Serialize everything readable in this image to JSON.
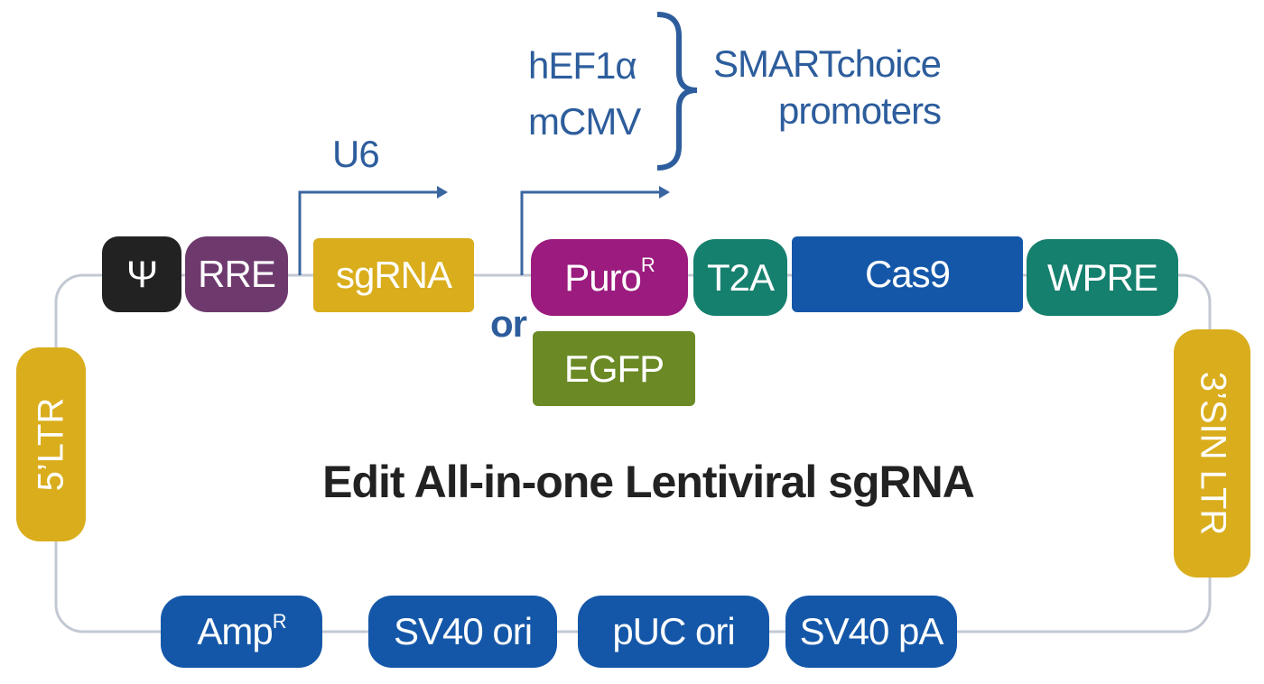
{
  "title": "Edit All-in-one Lentiviral sgRNA",
  "promoters": {
    "items": [
      "hEF1α",
      "mCMV"
    ],
    "group_label_line1": "SMARTchoice",
    "group_label_line2": "promoters"
  },
  "u6_label": "U6",
  "or_label": "or",
  "elements": {
    "psi": "Ψ",
    "rre": "RRE",
    "sgrna": "sgRNA",
    "puro": "Puro",
    "puro_sup": "R",
    "t2a": "T2A",
    "cas9": "Cas9",
    "wpre": "WPRE",
    "egfp": "EGFP",
    "ltr5": "5’LTR",
    "ltr3": "3’SIN LTR",
    "amp": "Amp",
    "amp_sup": "R",
    "sv40ori": "SV40 ori",
    "puc": "pUC ori",
    "sv40pa": "SV40 pA"
  },
  "colors": {
    "black": "#222222",
    "purple": "#6e3a6e",
    "gold": "#d9ad1c",
    "magenta": "#9b1b7e",
    "teal": "#16806e",
    "blue": "#1457a8",
    "green": "#6b8a25",
    "text_blue": "#2d5d9c"
  }
}
